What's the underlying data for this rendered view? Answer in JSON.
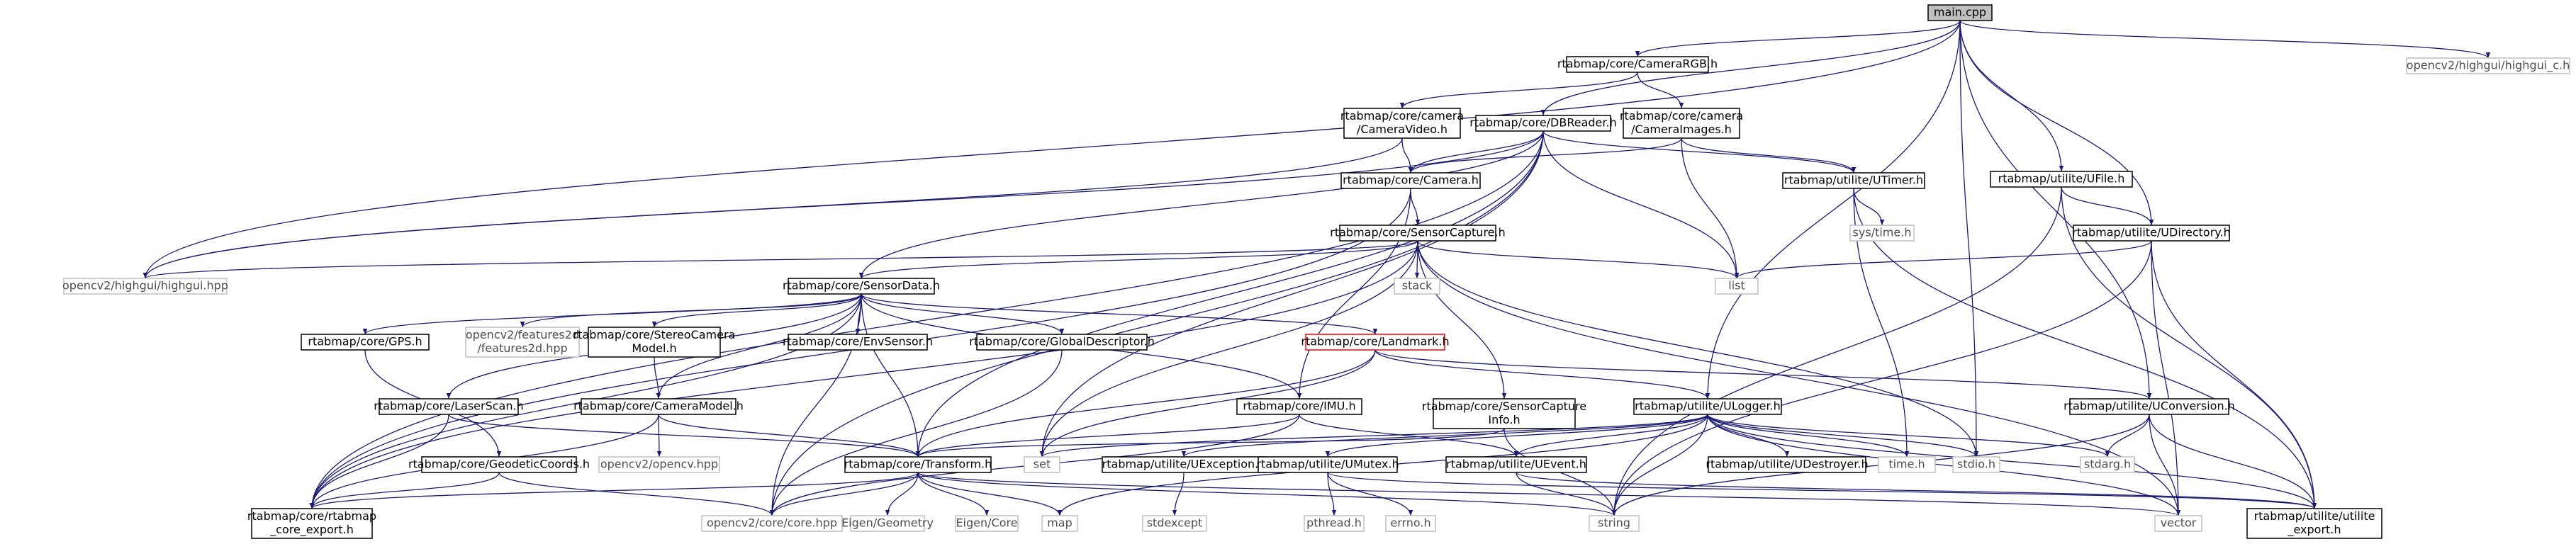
{
  "colors": {
    "edge": "#191970",
    "root_fill": "#bfbfbf",
    "highlight_border": "#ff0000",
    "external_border": "#bfbfbf",
    "external_text": "#4d4d4d"
  },
  "graph": {
    "nodes": [
      {
        "id": "main",
        "lines": [
          "main.cpp"
        ],
        "style": "root"
      },
      {
        "id": "camrgb",
        "lines": [
          "rtabmap/core/CameraRGB.h"
        ]
      },
      {
        "id": "hgc",
        "lines": [
          "opencv2/highgui/highgui_c.h"
        ],
        "style": "ext"
      },
      {
        "id": "camvideo",
        "lines": [
          "rtabmap/core/camera",
          "/CameraVideo.h"
        ]
      },
      {
        "id": "dbreader",
        "lines": [
          "rtabmap/core/DBReader.h"
        ]
      },
      {
        "id": "camimages",
        "lines": [
          "rtabmap/core/camera",
          "/CameraImages.h"
        ]
      },
      {
        "id": "ufile",
        "lines": [
          "rtabmap/utilite/UFile.h"
        ]
      },
      {
        "id": "camera",
        "lines": [
          "rtabmap/core/Camera.h"
        ]
      },
      {
        "id": "utimer",
        "lines": [
          "rtabmap/utilite/UTimer.h"
        ]
      },
      {
        "id": "udir",
        "lines": [
          "rtabmap/utilite/UDirectory.h"
        ]
      },
      {
        "id": "systime",
        "lines": [
          "sys/time.h"
        ],
        "style": "ext"
      },
      {
        "id": "sensorcap",
        "lines": [
          "rtabmap/core/SensorCapture.h"
        ]
      },
      {
        "id": "hghpp",
        "lines": [
          "opencv2/highgui/highgui.hpp"
        ],
        "style": "ext"
      },
      {
        "id": "list",
        "lines": [
          "list"
        ],
        "style": "ext"
      },
      {
        "id": "stack",
        "lines": [
          "stack"
        ],
        "style": "ext"
      },
      {
        "id": "sensordata",
        "lines": [
          "rtabmap/core/SensorData.h"
        ]
      },
      {
        "id": "gps",
        "lines": [
          "rtabmap/core/GPS.h"
        ]
      },
      {
        "id": "features2d",
        "lines": [
          "opencv2/features2d",
          "/features2d.hpp"
        ],
        "style": "ext"
      },
      {
        "id": "stereocam",
        "lines": [
          "rtabmap/core/StereoCamera",
          "Model.h"
        ]
      },
      {
        "id": "envsensor",
        "lines": [
          "rtabmap/core/EnvSensor.h"
        ]
      },
      {
        "id": "globaldesc",
        "lines": [
          "rtabmap/core/GlobalDescriptor.h"
        ]
      },
      {
        "id": "landmark",
        "lines": [
          "rtabmap/core/Landmark.h"
        ],
        "style": "red"
      },
      {
        "id": "laserscan",
        "lines": [
          "rtabmap/core/LaserScan.h"
        ]
      },
      {
        "id": "cammodel",
        "lines": [
          "rtabmap/core/CameraModel.h"
        ]
      },
      {
        "id": "imu",
        "lines": [
          "rtabmap/core/IMU.h"
        ]
      },
      {
        "id": "sensorcapinfo",
        "lines": [
          "rtabmap/core/SensorCapture",
          "Info.h"
        ]
      },
      {
        "id": "ulogger",
        "lines": [
          "rtabmap/utilite/ULogger.h"
        ]
      },
      {
        "id": "uconv",
        "lines": [
          "rtabmap/utilite/UConversion.h"
        ]
      },
      {
        "id": "geodetic",
        "lines": [
          "rtabmap/core/GeodeticCoords.h"
        ]
      },
      {
        "id": "opencvhpp",
        "lines": [
          "opencv2/opencv.hpp"
        ],
        "style": "ext"
      },
      {
        "id": "transform",
        "lines": [
          "rtabmap/core/Transform.h"
        ]
      },
      {
        "id": "set",
        "lines": [
          "set"
        ],
        "style": "ext"
      },
      {
        "id": "uexception",
        "lines": [
          "rtabmap/utilite/UException.h"
        ]
      },
      {
        "id": "umutex",
        "lines": [
          "rtabmap/utilite/UMutex.h"
        ]
      },
      {
        "id": "uevent",
        "lines": [
          "rtabmap/utilite/UEvent.h"
        ]
      },
      {
        "id": "udestroyer",
        "lines": [
          "rtabmap/utilite/UDestroyer.h"
        ]
      },
      {
        "id": "timeh",
        "lines": [
          "time.h"
        ],
        "style": "ext"
      },
      {
        "id": "stdio",
        "lines": [
          "stdio.h"
        ],
        "style": "ext"
      },
      {
        "id": "stdarg",
        "lines": [
          "stdarg.h"
        ],
        "style": "ext"
      },
      {
        "id": "coreexport",
        "lines": [
          "rtabmap/core/rtabmap",
          "_core_export.h"
        ]
      },
      {
        "id": "corehpp",
        "lines": [
          "opencv2/core/core.hpp"
        ],
        "style": "ext"
      },
      {
        "id": "eigengeo",
        "lines": [
          "Eigen/Geometry"
        ],
        "style": "ext"
      },
      {
        "id": "eigencore",
        "lines": [
          "Eigen/Core"
        ],
        "style": "ext"
      },
      {
        "id": "map",
        "lines": [
          "map"
        ],
        "style": "ext"
      },
      {
        "id": "stdexcept",
        "lines": [
          "stdexcept"
        ],
        "style": "ext"
      },
      {
        "id": "pthread",
        "lines": [
          "pthread.h"
        ],
        "style": "ext"
      },
      {
        "id": "errno",
        "lines": [
          "errno.h"
        ],
        "style": "ext"
      },
      {
        "id": "string",
        "lines": [
          "string"
        ],
        "style": "ext"
      },
      {
        "id": "vector",
        "lines": [
          "vector"
        ],
        "style": "ext"
      },
      {
        "id": "utilexport",
        "lines": [
          "rtabmap/utilite/utilite",
          "_export.h"
        ]
      }
    ],
    "edges": [
      [
        "main",
        "camrgb"
      ],
      [
        "main",
        "hgc"
      ],
      [
        "main",
        "dbreader"
      ],
      [
        "main",
        "ufile"
      ],
      [
        "main",
        "udir"
      ],
      [
        "main",
        "hghpp"
      ],
      [
        "main",
        "ulogger"
      ],
      [
        "main",
        "uconv"
      ],
      [
        "main",
        "stdio"
      ],
      [
        "camrgb",
        "camvideo"
      ],
      [
        "camrgb",
        "camimages"
      ],
      [
        "camvideo",
        "camera"
      ],
      [
        "camvideo",
        "hghpp"
      ],
      [
        "dbreader",
        "camera"
      ],
      [
        "dbreader",
        "utimer"
      ],
      [
        "dbreader",
        "list"
      ],
      [
        "dbreader",
        "set"
      ],
      [
        "dbreader",
        "transform"
      ],
      [
        "dbreader",
        "corehpp"
      ],
      [
        "dbreader",
        "coreexport"
      ],
      [
        "dbreader",
        "hghpp"
      ],
      [
        "dbreader",
        "sensordata"
      ],
      [
        "camimages",
        "camera"
      ],
      [
        "camimages",
        "utimer"
      ],
      [
        "camimages",
        "list"
      ],
      [
        "ufile",
        "udir"
      ],
      [
        "ufile",
        "string"
      ],
      [
        "ufile",
        "utilexport"
      ],
      [
        "camera",
        "sensorcap"
      ],
      [
        "camera",
        "imu"
      ],
      [
        "camera",
        "coreexport"
      ],
      [
        "utimer",
        "systime"
      ],
      [
        "utimer",
        "timeh"
      ],
      [
        "utimer",
        "utilexport"
      ],
      [
        "udir",
        "list"
      ],
      [
        "udir",
        "string"
      ],
      [
        "udir",
        "vector"
      ],
      [
        "udir",
        "utilexport"
      ],
      [
        "sensorcap",
        "hghpp"
      ],
      [
        "sensorcap",
        "list"
      ],
      [
        "sensorcap",
        "stack"
      ],
      [
        "sensorcap",
        "sensordata"
      ],
      [
        "sensorcap",
        "sensorcapinfo"
      ],
      [
        "sensorcap",
        "vector"
      ],
      [
        "sensorcap",
        "set"
      ],
      [
        "sensorcap",
        "coreexport"
      ],
      [
        "sensorcap",
        "stdio"
      ],
      [
        "sensordata",
        "gps"
      ],
      [
        "sensordata",
        "features2d"
      ],
      [
        "sensordata",
        "stereocam"
      ],
      [
        "sensordata",
        "envsensor"
      ],
      [
        "sensordata",
        "globaldesc"
      ],
      [
        "sensordata",
        "landmark"
      ],
      [
        "sensordata",
        "laserscan"
      ],
      [
        "sensordata",
        "cammodel"
      ],
      [
        "sensordata",
        "imu"
      ],
      [
        "sensordata",
        "transform"
      ],
      [
        "sensordata",
        "corehpp"
      ],
      [
        "sensordata",
        "coreexport"
      ],
      [
        "gps",
        "geodetic"
      ],
      [
        "stereocam",
        "cammodel"
      ],
      [
        "globaldesc",
        "corehpp"
      ],
      [
        "landmark",
        "ulogger"
      ],
      [
        "landmark",
        "uconv"
      ],
      [
        "landmark",
        "transform"
      ],
      [
        "landmark",
        "set"
      ],
      [
        "laserscan",
        "transform"
      ],
      [
        "laserscan",
        "coreexport"
      ],
      [
        "cammodel",
        "opencvhpp"
      ],
      [
        "cammodel",
        "transform"
      ],
      [
        "cammodel",
        "coreexport"
      ],
      [
        "imu",
        "transform"
      ],
      [
        "imu",
        "corehpp"
      ],
      [
        "imu",
        "uevent"
      ],
      [
        "sensorcapinfo",
        "string"
      ],
      [
        "sensorcapinfo",
        "transform"
      ],
      [
        "ulogger",
        "uexception"
      ],
      [
        "ulogger",
        "umutex"
      ],
      [
        "ulogger",
        "uevent"
      ],
      [
        "ulogger",
        "udestroyer"
      ],
      [
        "ulogger",
        "timeh"
      ],
      [
        "ulogger",
        "stdio"
      ],
      [
        "ulogger",
        "stdarg"
      ],
      [
        "ulogger",
        "string"
      ],
      [
        "ulogger",
        "vector"
      ],
      [
        "ulogger",
        "map"
      ],
      [
        "ulogger",
        "set"
      ],
      [
        "ulogger",
        "utilexport"
      ],
      [
        "uconv",
        "stdarg"
      ],
      [
        "uconv",
        "string"
      ],
      [
        "uconv",
        "vector"
      ],
      [
        "uconv",
        "utilexport"
      ],
      [
        "geodetic",
        "corehpp"
      ],
      [
        "geodetic",
        "coreexport"
      ],
      [
        "transform",
        "eigengeo"
      ],
      [
        "transform",
        "eigencore"
      ],
      [
        "transform",
        "corehpp"
      ],
      [
        "transform",
        "coreexport"
      ],
      [
        "transform",
        "map"
      ],
      [
        "transform",
        "string"
      ],
      [
        "transform",
        "vector"
      ],
      [
        "uexception",
        "stdexcept"
      ],
      [
        "umutex",
        "pthread"
      ],
      [
        "umutex",
        "errno"
      ],
      [
        "umutex",
        "utilexport"
      ],
      [
        "uevent",
        "string"
      ],
      [
        "uevent",
        "utilexport"
      ]
    ]
  }
}
